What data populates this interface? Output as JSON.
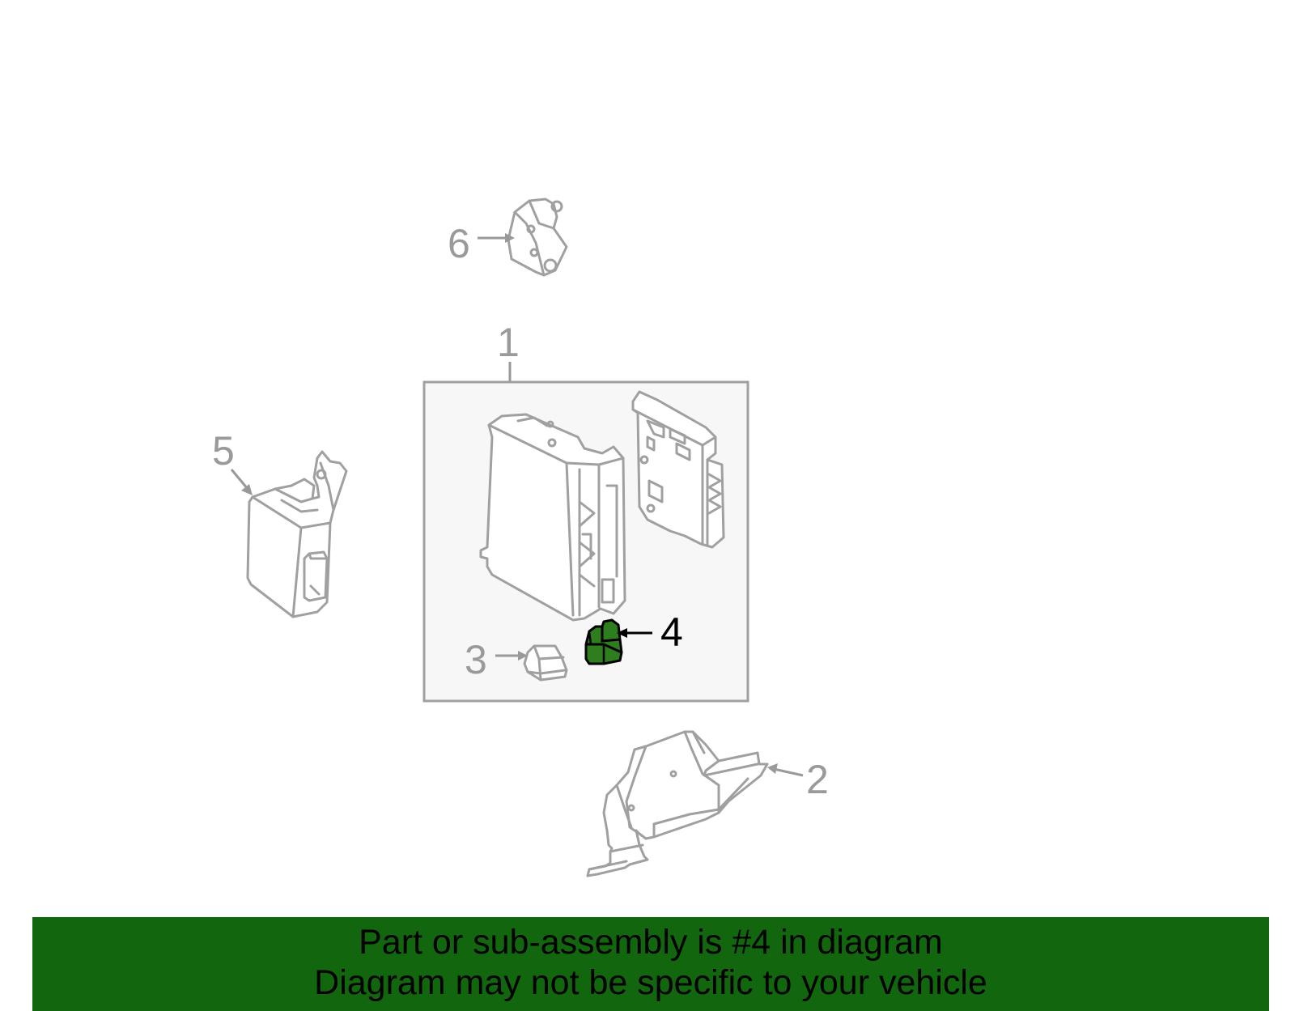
{
  "diagram": {
    "callouts": {
      "c1": "1",
      "c2": "2",
      "c3": "3",
      "c4": "4",
      "c5": "5",
      "c6": "6"
    },
    "highlighted_part": "4",
    "highlight_color": "#2e7d1e",
    "banner_color": "#12660e"
  },
  "footer": {
    "line1": "Part or sub-assembly is #4 in diagram",
    "line2": "Diagram may not be specific to your vehicle"
  }
}
